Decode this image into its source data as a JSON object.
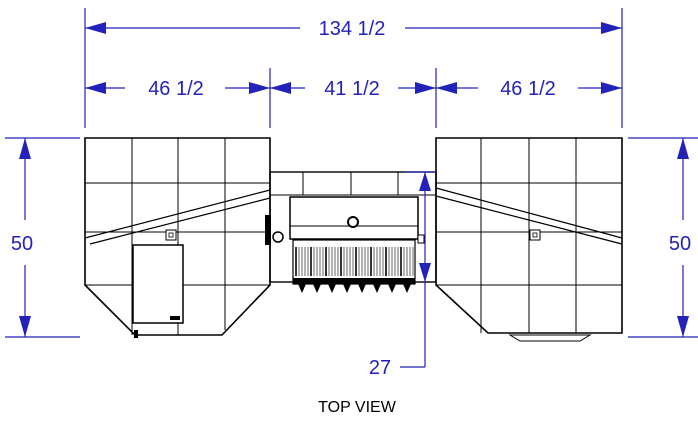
{
  "dimensions": {
    "overall_width": "134 1/2",
    "left_section": "46 1/2",
    "center_section": "41 1/2",
    "right_section": "46 1/2",
    "left_depth": "50",
    "right_depth": "50",
    "center_depth": "27"
  },
  "caption": "TOP VIEW",
  "colors": {
    "dimension": "#2222bb",
    "linework": "#000000",
    "background": "#ffffff"
  }
}
